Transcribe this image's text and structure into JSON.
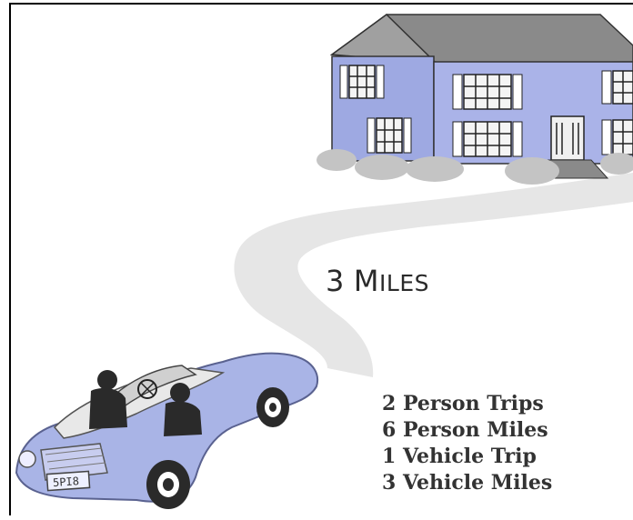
{
  "distance_label": {
    "number": "3",
    "initial": "M",
    "rest": "ILES"
  },
  "stats": [
    "2 Person Trips",
    "6 Person Miles",
    "1 Vehicle Trip",
    "3 Vehicle Miles"
  ],
  "license_plate": "5PI8",
  "colors": {
    "house_wall": "#9ea9e2",
    "roof": "#8a8a8a",
    "road": "#e6e6e6",
    "car_body": "#a9b4e6",
    "bushes": "#c4c4c4",
    "frame": "#000000"
  }
}
